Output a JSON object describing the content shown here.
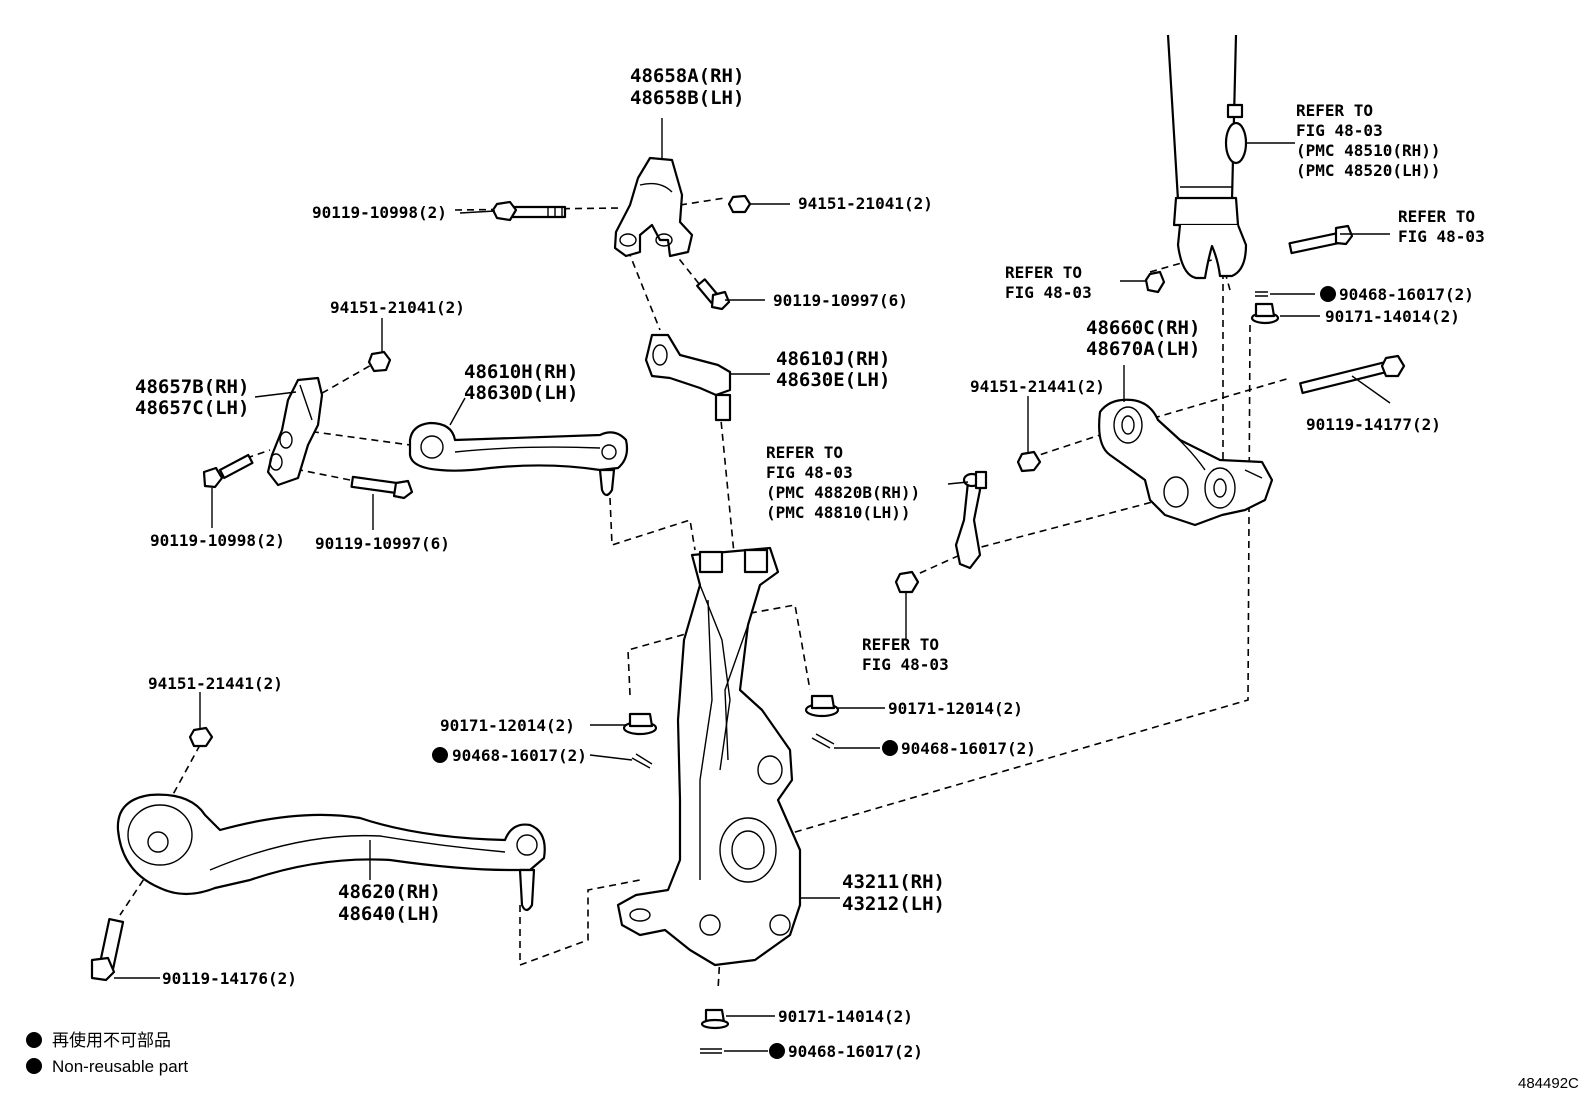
{
  "labels": {
    "upper_bracket": [
      "48658A(RH)",
      "48658B(LH)"
    ],
    "bolt_top": "90119-10998(2)",
    "nut_top": "94151-21041(2)",
    "bolt_top_small": "90119-10997(6)",
    "nut_left": "94151-21041(2)",
    "left_bracket": [
      "48657B(RH)",
      "48657C(LH)"
    ],
    "upper_arm_front": [
      "48610H(RH)",
      "48630D(LH)"
    ],
    "upper_arm_rear": [
      "48610J(RH)",
      "48630E(LH)"
    ],
    "bolt_left_a": "90119-10998(2)",
    "bolt_left_b": "90119-10997(6)",
    "refer_strut": [
      "REFER TO",
      "FIG 48-03",
      "(PMC 48510(RH))",
      "(PMC 48520(LH))"
    ],
    "refer_bolt_right": [
      "REFER TO",
      "FIG 48-03"
    ],
    "refer_nut_strut": [
      "REFER TO",
      "FIG 48-03"
    ],
    "cotter_right": "90468-16017(2)",
    "nut_right": "90171-14014(2)",
    "lower_arm_rear": [
      "48660C(RH)",
      "48670A(LH)"
    ],
    "nut_stab": "94151-21441(2)",
    "bolt_lower_rear": "90119-14177(2)",
    "refer_stab_link": [
      "REFER TO",
      "FIG 48-03",
      "(PMC 48820B(RH))",
      "(PMC 48810(LH))"
    ],
    "refer_stab_nut": [
      "REFER TO",
      "FIG 48-03"
    ],
    "nut_lower_front": "94151-21441(2)",
    "nut_knuckle_left": "90171-12014(2)",
    "cotter_knuckle_left": "90468-16017(2)",
    "nut_knuckle_right": "90171-12014(2)",
    "cotter_knuckle_right": "90468-16017(2)",
    "lower_arm_front": [
      "48620(RH)",
      "48640(LH)"
    ],
    "knuckle": [
      "43211(RH)",
      "43212(LH)"
    ],
    "bolt_lower_front": "90119-14176(2)",
    "nut_bottom": "90171-14014(2)",
    "cotter_bottom": "90468-16017(2)"
  },
  "legend": {
    "jp": "再使用不可部品",
    "en": "Non-reusable part"
  },
  "figure_id": "484492C"
}
